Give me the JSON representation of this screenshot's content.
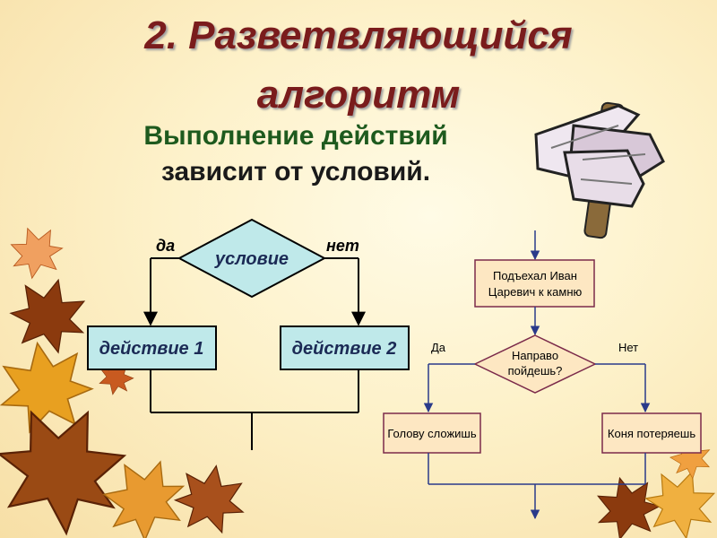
{
  "slide": {
    "title_line1": "2. Разветвляющийся",
    "title_line2": "алгоритм",
    "subtitle_line1": "Выполнение действий",
    "subtitle_line2": "зависит от условий."
  },
  "general_flow": {
    "condition": "условие",
    "yes": "да",
    "no": "нет",
    "action1": "действие 1",
    "action2": "действие 2"
  },
  "example_flow": {
    "start_box": [
      "Подъехал Иван",
      "Царевич к камню"
    ],
    "condition": [
      "Направо",
      "пойдешь?"
    ],
    "yes": "Да",
    "no": "Нет",
    "yes_action": "Голову сложишь",
    "no_action": "Коня потеряешь"
  },
  "colors": {
    "title": "#7a1c1c",
    "box_fill_general": "#bfe9ea",
    "box_fill_example": "#fde7c2",
    "box_stroke_example": "#7b2a4a",
    "leaf_orange": "#e08a2a",
    "leaf_brown": "#8b3a0e"
  }
}
